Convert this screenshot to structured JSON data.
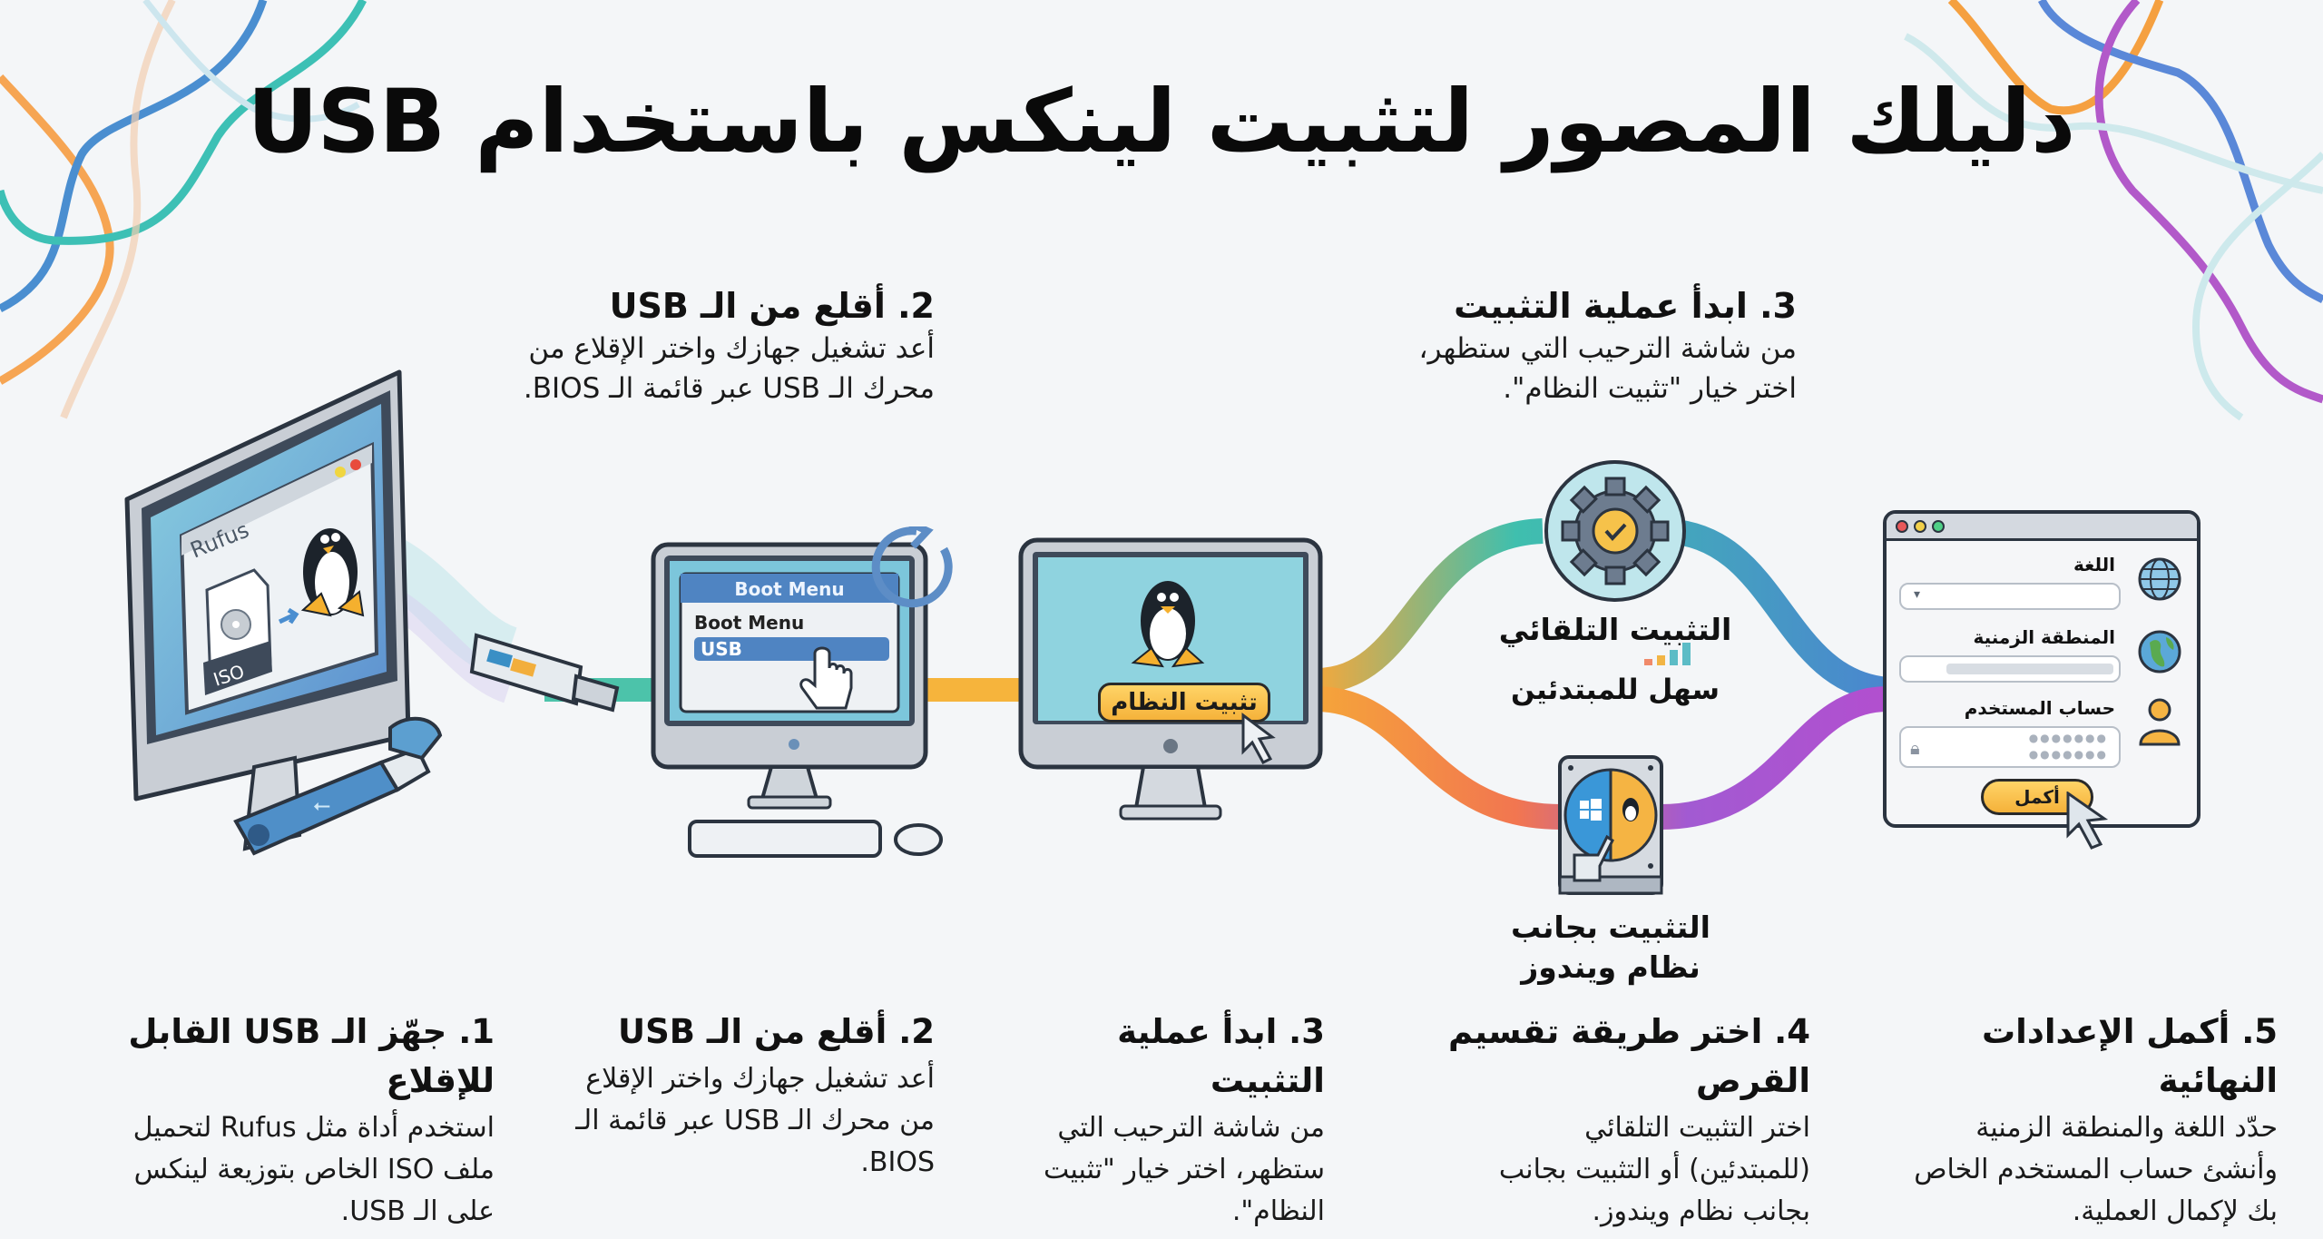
{
  "title": "دليلك المصور لتثبيت لينكس باستخدام USB",
  "top_callouts": [
    {
      "heading": "2. أقلع من الـ USB",
      "body_lines": [
        "أعد تشغيل جهازك واختر الإقلاع من",
        "محرك الـ USB عبر قائمة الـ BIOS."
      ]
    },
    {
      "heading": "3. ابدأ عملية التثبيت",
      "body_lines": [
        "من شاشة الترحيب التي ستظهر،",
        "اختر خيار \"تثبيت النظام\"."
      ]
    }
  ],
  "illustrations": {
    "rufus": {
      "window_title": "Rufus",
      "file_label": "ISO"
    },
    "boot_menu": {
      "header": "Boot Menu",
      "item_title": "Boot Menu",
      "selected_item": "USB"
    },
    "installer": {
      "button_label": "تثبيت النظام"
    },
    "branches": {
      "auto": {
        "title": "التثبيت التلقائي",
        "subtitle": "سهل للمبتدئين"
      },
      "dual": {
        "line1": "التثبيت بجانب",
        "line2": "نظام ويندوز"
      }
    },
    "settings_form": {
      "language_label": "اللغة",
      "timezone_label": "المنطقة الزمنية",
      "account_label": "حساب المستخدم",
      "finish_button": "أكمل"
    }
  },
  "steps": [
    {
      "heading": "1. جهّز الـ USB القابل للإقلاع",
      "body_lines": [
        "استخدم أداة مثل Rufus لتحميل",
        "ملف ISO الخاص بتوزيعة لينكس",
        "على الـ USB."
      ]
    },
    {
      "heading": "2. أقلع من الـ USB",
      "body_lines": [
        "أعد تشغيل جهازك واختر الإقلاع",
        "من محرك الـ USB عبر قائمة الـ",
        "BIOS."
      ]
    },
    {
      "heading": "3. ابدأ عملية التثبيت",
      "body_lines": [
        "من شاشة الترحيب التي",
        "ستظهر، اختر خيار \"تثبيت",
        "النظام\"."
      ]
    },
    {
      "heading": "4. اختر طريقة تقسيم القرص",
      "body_lines": [
        "اختر التثبيت التلقائي",
        "(للمبتدئين) أو التثبيت بجانب",
        "بجانب نظام ويندوز."
      ]
    },
    {
      "heading": "5. أكمل الإعدادات النهائية",
      "body_lines": [
        "حدّد اللغة والمنطقة الزمنية",
        "وأنشئ حساب المستخدم الخاص",
        "بك لإكمال العملية."
      ]
    }
  ],
  "colors": {
    "teal": "#3fbfae",
    "orange": "#f5a53a",
    "blue": "#4a90c8",
    "purple": "#a35ad0",
    "coral": "#f06a4a",
    "yellow_button": "#f7bc45",
    "dark_outline": "#2b3440"
  }
}
